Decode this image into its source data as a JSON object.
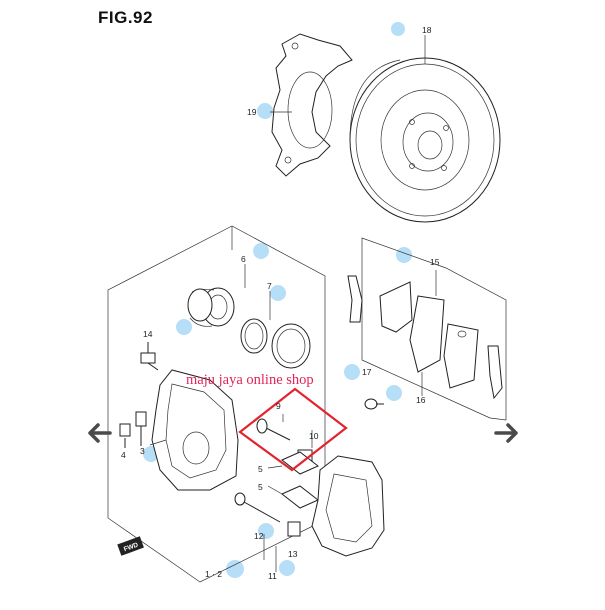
{
  "figure": {
    "title": "FIG.92"
  },
  "watermark": {
    "text": "maju jaya online shop"
  },
  "callouts": {
    "n18": "18",
    "n19": "19",
    "n6": "6",
    "n7": "7",
    "n15": "15",
    "n14": "14",
    "n17": "17",
    "n16": "16",
    "n9": "9",
    "n10": "10",
    "n5a": "5",
    "n5b": "5",
    "n4": "4",
    "n3": "3",
    "n12": "12",
    "n13": "13",
    "n11": "11",
    "n12b": "1 · 2"
  },
  "fwd_badge": "FWD",
  "nav": {
    "prev_icon": "arrow-left-icon",
    "next_icon": "arrow-right-icon"
  },
  "colors": {
    "highlight_box": "#e3232e",
    "watermark": "#e2245b",
    "marker_dot": "#a9d8f5",
    "nav_arrow": "#4a4a4a"
  }
}
